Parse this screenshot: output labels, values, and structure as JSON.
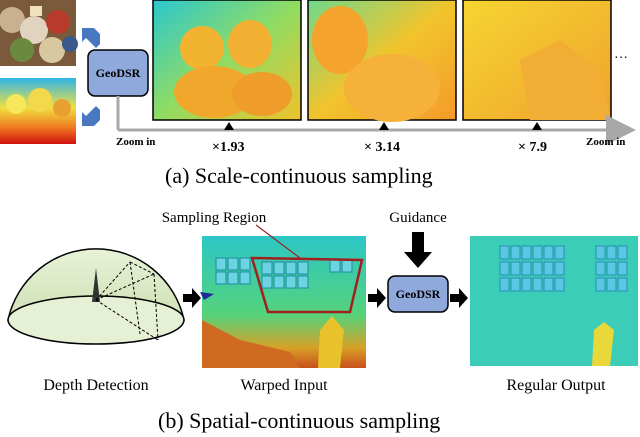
{
  "part_a": {
    "module_label": "GeoDSR",
    "zoom_in_left": "Zoom in",
    "zoom_in_right": "Zoom in",
    "scales": [
      "×1.93",
      "× 3.14",
      "× 7.9"
    ],
    "ellipsis": "···",
    "caption": "(a)  Scale-continuous sampling"
  },
  "part_b": {
    "sampling_region_label": "Sampling Region",
    "guidance_label": "Guidance",
    "module_label": "GeoDSR",
    "depth_detection_label": "Depth Detection",
    "warped_input_label": "Warped Input",
    "regular_output_label": "Regular Output",
    "caption": "(b)  Spatial-continuous sampling"
  },
  "colors": {
    "module_fill": "#8fa9dc",
    "arrow_blue": "#4a78c0",
    "region_red": "#a02020",
    "axis_gray": "#a8a8a8"
  }
}
